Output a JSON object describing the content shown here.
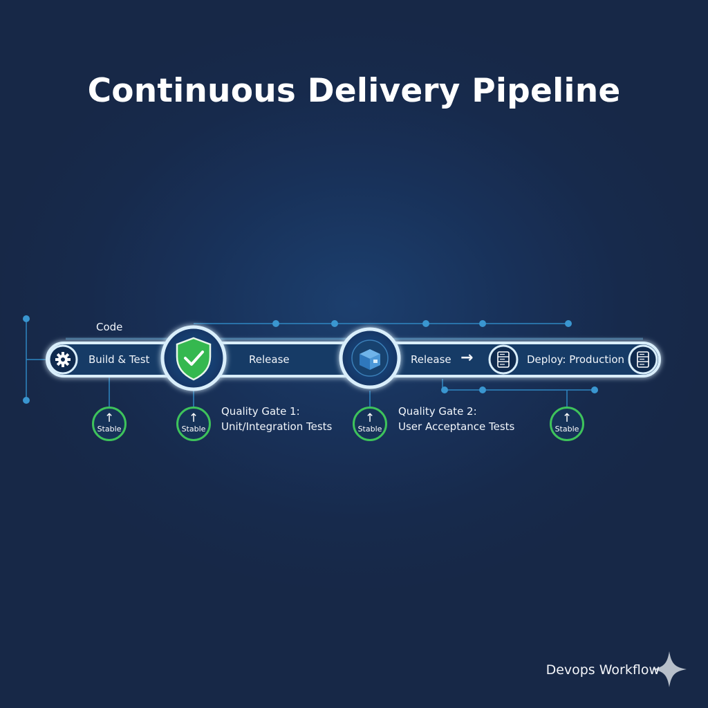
{
  "title": "Continuous Delivery Pipeline",
  "pipeline": {
    "code_label": "Code",
    "build_label": "Build & Test",
    "release_label_1": "Release",
    "release_label_2": "Release",
    "arrow_glyph": "→",
    "deploy_label": "Deploy: Production"
  },
  "gates": [
    {
      "line1": "Quality Gate 1:",
      "line2": "Unit/Integration Tests"
    },
    {
      "line1": "Quality Gate 2:",
      "line2": "User Acceptance Tests"
    }
  ],
  "stable_badges": [
    {
      "arrow": "↑",
      "label": "Stable"
    },
    {
      "arrow": "↑",
      "label": "Stable"
    },
    {
      "arrow": "↑",
      "label": "Stable"
    },
    {
      "arrow": "↑",
      "label": "Stable"
    }
  ],
  "footer": "Devops Workflow",
  "icons": [
    "gear-icon",
    "shield-check-icon",
    "package-icon",
    "server-icon",
    "server-icon",
    "sparkle-icon"
  ],
  "colors": {
    "background": "#172847",
    "accent": "#3aa0d8",
    "gate_green": "#3ec35b",
    "bar_border": "#d9eefb"
  }
}
